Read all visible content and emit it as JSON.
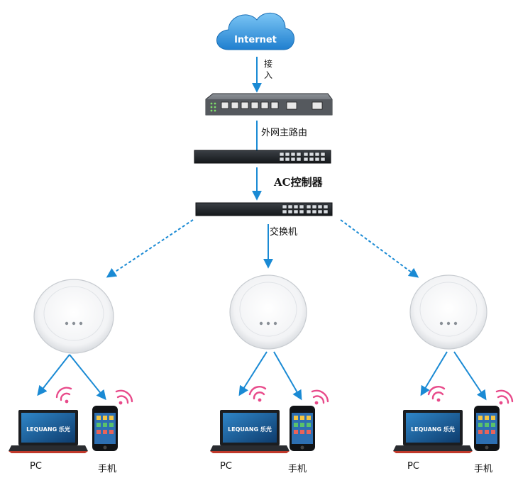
{
  "internet": {
    "label": "Internet"
  },
  "labels": {
    "access": "接入",
    "router": "外网主路由",
    "ac": "AC控制器",
    "switch": "交换机"
  },
  "clients": [
    {
      "pc_label": "PC",
      "phone_label": "手机",
      "laptop_brand": "LEQUANG 乐光"
    },
    {
      "pc_label": "PC",
      "phone_label": "手机",
      "laptop_brand": "LEQUANG 乐光"
    },
    {
      "pc_label": "PC",
      "phone_label": "手机",
      "laptop_brand": "LEQUANG 乐光"
    }
  ],
  "colors": {
    "arrow": "#1a8ad4",
    "cloud": "#3d9fe0",
    "wifi": "#e84a8a"
  }
}
